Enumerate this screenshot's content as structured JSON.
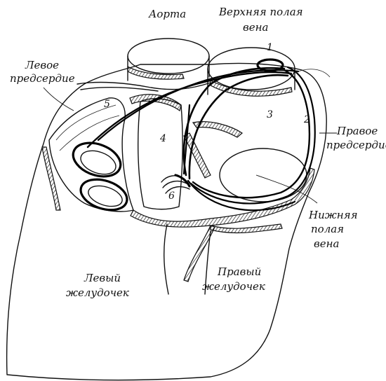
{
  "labels": {
    "aorta": "Аорта",
    "svc_line1": "Верхняя полая",
    "svc_line2": "вена",
    "la_line1": "Левое",
    "la_line2": "предсердие",
    "ra_line1": "Правое",
    "ra_line2": "предсердие",
    "ivc_line1": "Нижняя",
    "ivc_line2": "полая",
    "ivc_line3": "вена",
    "lv_line1": "Левый",
    "lv_line2": "желудочек",
    "rv_line1": "Правый",
    "rv_line2": "желудочек"
  },
  "numbers": {
    "n1": "1",
    "n2": "2",
    "n3": "3",
    "n4": "4",
    "n5": "5",
    "n6": "6"
  },
  "colors": {
    "ink": "#111111",
    "paper": "#ffffff"
  }
}
